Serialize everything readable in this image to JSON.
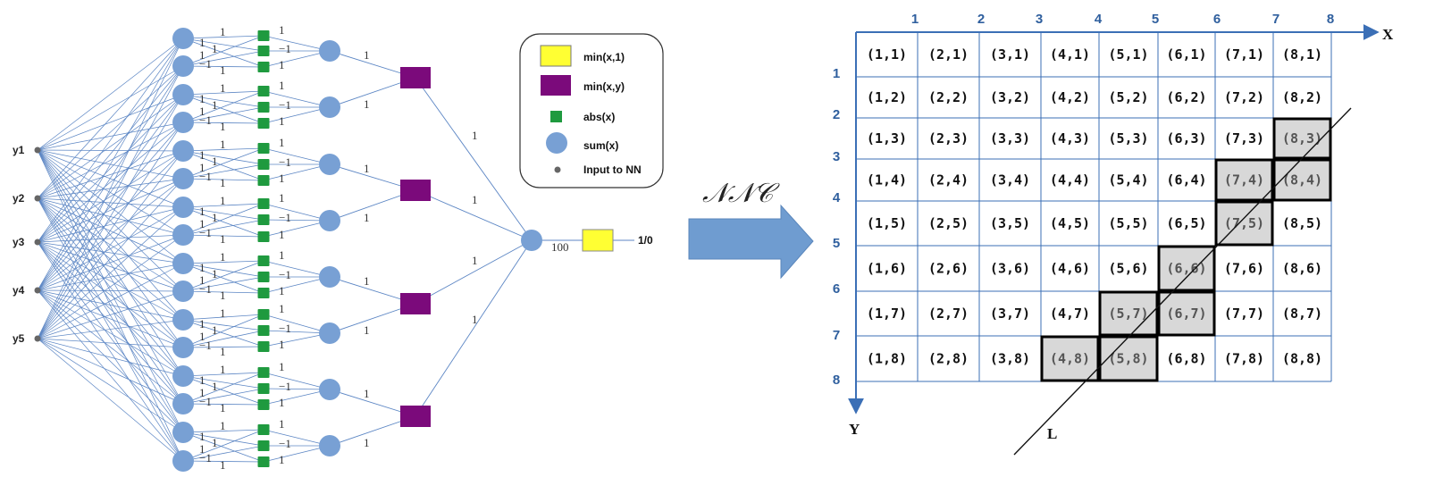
{
  "network": {
    "inputs": [
      "y1",
      "y2",
      "y3",
      "y4",
      "y5"
    ],
    "abs_weights": [
      "1",
      "1",
      "1",
      "−1",
      "1",
      "1"
    ],
    "sum_weight": "1",
    "min_weight": "1",
    "final_weight": "1",
    "output_gain": "100",
    "output_label": "1/0"
  },
  "legend": {
    "items": [
      {
        "shape": "yellow-rect",
        "label": "min(x,1)"
      },
      {
        "shape": "purple-rect",
        "label": "min(x,y)"
      },
      {
        "shape": "green-square",
        "label": "abs(x)"
      },
      {
        "shape": "blue-circle",
        "label": "sum(x)"
      },
      {
        "shape": "grey-dot",
        "label": "Input to NN"
      }
    ]
  },
  "arrow": {
    "label": "𝒩𝒩𝒞"
  },
  "grid": {
    "x_axis_label": "X",
    "y_axis_label": "Y",
    "line_label": "L",
    "x_ticks": [
      "1",
      "2",
      "3",
      "4",
      "5",
      "6",
      "7",
      "8"
    ],
    "y_ticks": [
      "1",
      "2",
      "3",
      "4",
      "5",
      "6",
      "7",
      "8"
    ],
    "highlighted": [
      "(8,3)",
      "(7,4)",
      "(8,4)",
      "(7,5)",
      "(6,6)",
      "(5,7)",
      "(6,7)",
      "(4,8)",
      "(5,8)"
    ]
  },
  "colors": {
    "node_blue": "#78a0d4",
    "edge_blue": "#5c86c4",
    "abs_green": "#1f9a3f",
    "min_purple": "#7b0a7b",
    "min1_yellow": "#ffff33",
    "grid_blue": "#3b6fb6",
    "cell_grey": "#d8d8d8",
    "arrow_fill": "#6f9cd0"
  }
}
